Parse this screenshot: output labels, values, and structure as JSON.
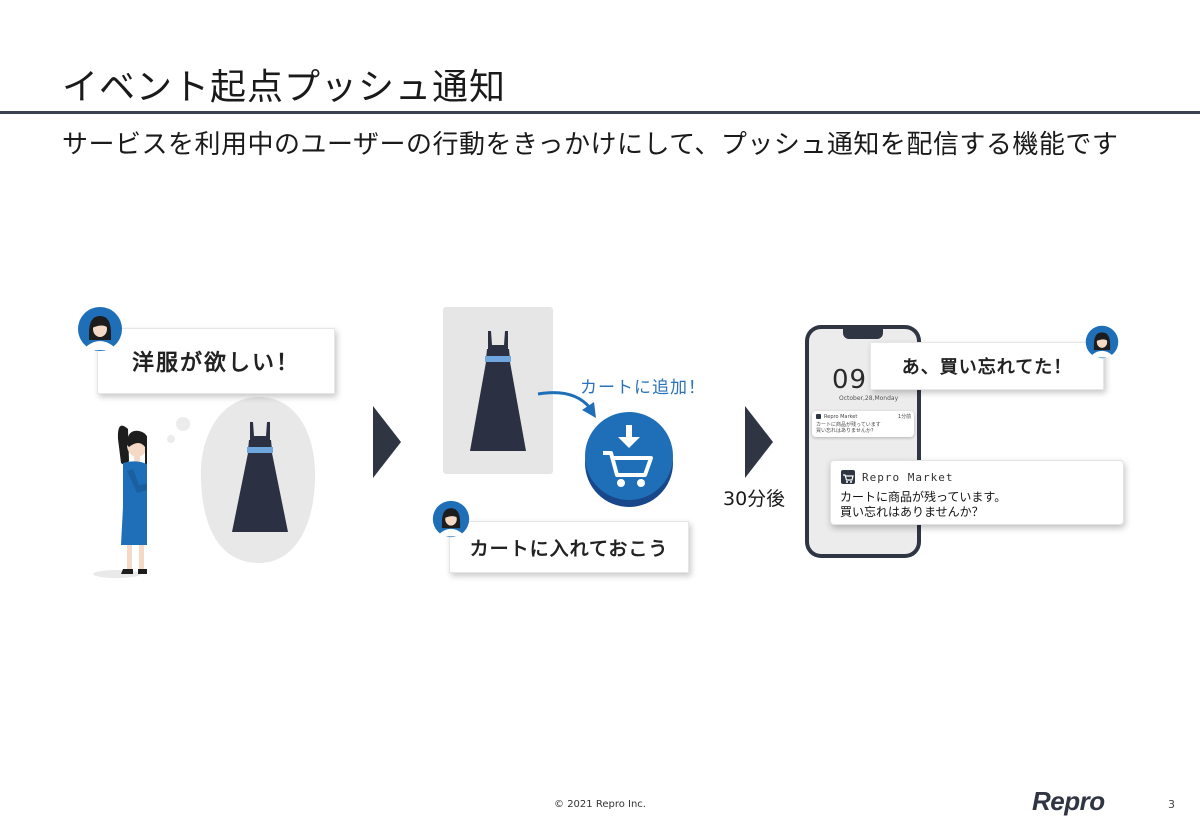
{
  "slide": {
    "title": "イベント起点プッシュ通知",
    "subtitle": "サービスを利用中のユーザーの行動をきっかけにして、プッシュ通知を配信する機能です"
  },
  "step1": {
    "speech": "洋服が欲しい！"
  },
  "step2": {
    "cart_action": "カートに追加！",
    "speech": "カートに入れておこう"
  },
  "delay": {
    "label": "30分後"
  },
  "step3": {
    "speech": "あ、買い忘れてた！",
    "lock_time": "09:",
    "lock_date": "October,28,Monday",
    "small_notif": {
      "app": "Repro Market",
      "time": "1分前",
      "line1": "カートに商品が残っています",
      "line2": "買い忘れはありませんか？"
    },
    "notification": {
      "app": "Repro Market",
      "line1": "カートに商品が残っています。",
      "line2": "買い忘れはありませんか？"
    }
  },
  "footer": {
    "copyright": "© 2021 Repro Inc.",
    "logo": "Repro",
    "page": "3"
  },
  "colors": {
    "accent_blue": "#1f6fb8",
    "navy": "#2f3542",
    "dress": "#2b3142",
    "belt": "#6ea6dd"
  }
}
